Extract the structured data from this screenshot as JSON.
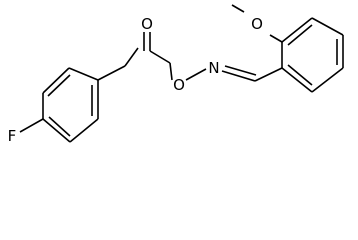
{
  "molecule": {
    "atoms": {
      "fluorine": "F",
      "carbonyl_oxygen": "O",
      "ester_oxygen": "O",
      "imine_nitrogen": "N",
      "methoxy_oxygen": "O"
    }
  },
  "colors": {
    "bond": "#000000",
    "label": "#000000",
    "background": "#ffffff"
  }
}
